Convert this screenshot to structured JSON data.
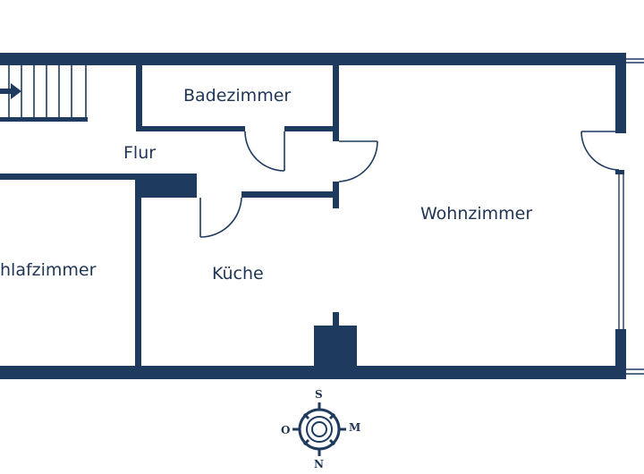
{
  "colors": {
    "wall": "#1f3a5f",
    "text": "#1f3556",
    "background": "#ffffff"
  },
  "rooms": {
    "badezimmer": "Badezimmer",
    "flur": "Flur",
    "wohnzimmer": "Wohnzimmer",
    "schlafzimmer": "hlafzimmer",
    "kueche": "Küche"
  },
  "compass": {
    "north": "N",
    "south": "S",
    "east": "M",
    "west": "O"
  }
}
